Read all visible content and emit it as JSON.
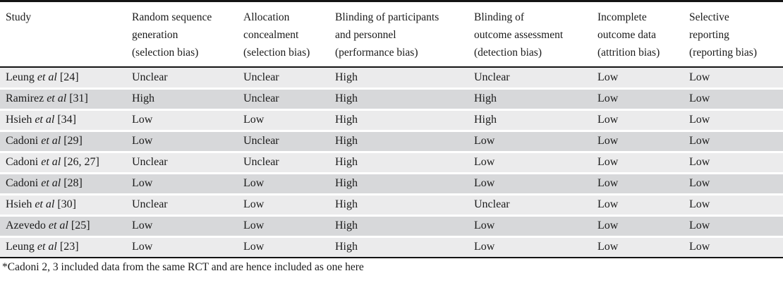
{
  "colors": {
    "row_light": "#ebebec",
    "row_dark": "#d7d8da",
    "rule": "#141414",
    "text": "#1a1a1a",
    "background": "#ffffff"
  },
  "table": {
    "headers": [
      "Study",
      "Random sequence\ngeneration\n(selection bias)",
      "Allocation\nconcealment\n(selection bias)",
      "Blinding of participants\nand personnel\n(performance bias)",
      "Blinding of\noutcome assessment\n(detection bias)",
      "Incomplete\noutcome data\n(attrition bias)",
      "Selective\nreporting\n(reporting bias)"
    ],
    "rows": [
      {
        "study": {
          "name": "Leung",
          "etal": "et al",
          "ref": "[24]"
        },
        "ratings": [
          "Unclear",
          "Unclear",
          "High",
          "Unclear",
          "Low",
          "Low"
        ]
      },
      {
        "study": {
          "name": "Ramirez",
          "etal": "et al",
          "ref": "[31]"
        },
        "ratings": [
          "High",
          "Unclear",
          "High",
          "High",
          "Low",
          "Low"
        ]
      },
      {
        "study": {
          "name": "Hsieh",
          "etal": "et al",
          "ref": "[34]"
        },
        "ratings": [
          "Low",
          "Low",
          "High",
          "High",
          "Low",
          "Low"
        ]
      },
      {
        "study": {
          "name": "Cadoni",
          "etal": "et al",
          "ref": "[29]"
        },
        "ratings": [
          "Low",
          "Unclear",
          "High",
          "Low",
          "Low",
          "Low"
        ]
      },
      {
        "study": {
          "name": "Cadoni",
          "etal": "et al",
          "ref": "[26, 27]"
        },
        "ratings": [
          "Unclear",
          "Unclear",
          "High",
          "Low",
          "Low",
          "Low"
        ]
      },
      {
        "study": {
          "name": "Cadoni",
          "etal": "et al",
          "ref": "[28]"
        },
        "ratings": [
          "Low",
          "Low",
          "High",
          "Low",
          "Low",
          "Low"
        ]
      },
      {
        "study": {
          "name": "Hsieh",
          "etal": "et al",
          "ref": "[30]"
        },
        "ratings": [
          "Unclear",
          "Low",
          "High",
          "Unclear",
          "Low",
          "Low"
        ]
      },
      {
        "study": {
          "name": "Azevedo",
          "etal": "et al",
          "ref": "[25]"
        },
        "ratings": [
          "Low",
          "Low",
          "High",
          "Low",
          "Low",
          "Low"
        ]
      },
      {
        "study": {
          "name": "Leung",
          "etal": "et al",
          "ref": "[23]"
        },
        "ratings": [
          "Low",
          "Low",
          "High",
          "Low",
          "Low",
          "Low"
        ]
      }
    ],
    "footnote": "*Cadoni 2, 3 included data from the same RCT and are hence included as one here"
  }
}
